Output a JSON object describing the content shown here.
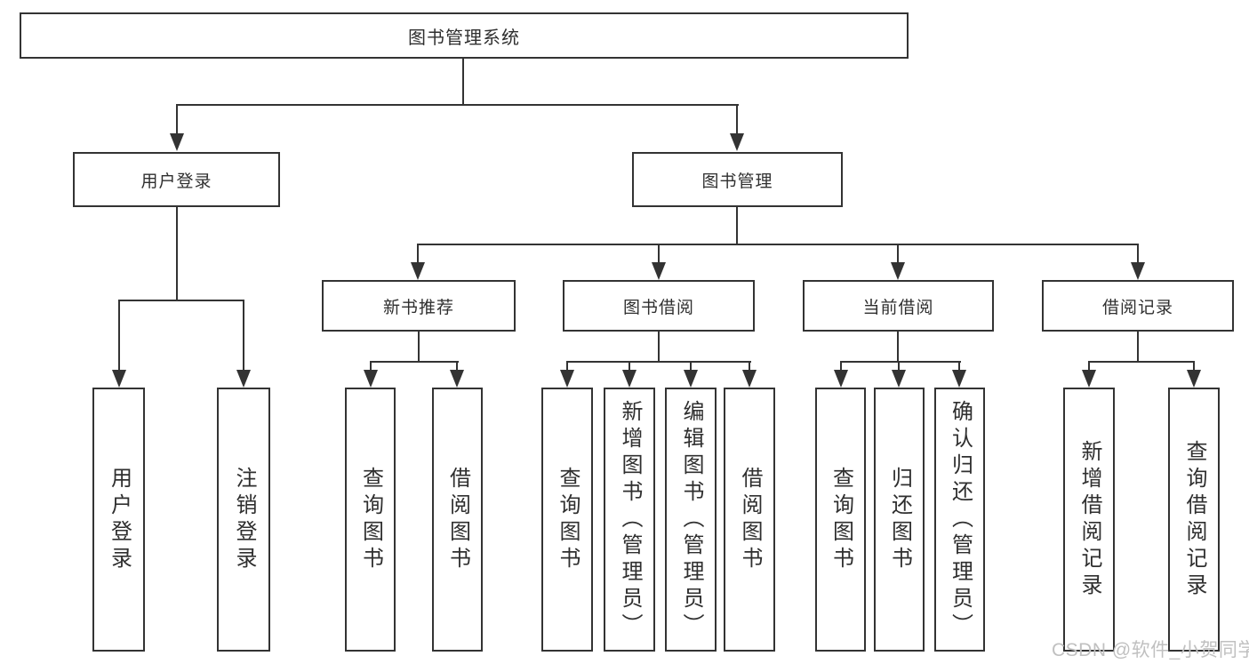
{
  "diagram": {
    "root": {
      "label": "图书管理系统"
    },
    "level2": [
      {
        "label": "用户登录"
      },
      {
        "label": "图书管理"
      }
    ],
    "level3": [
      {
        "label": "新书推荐"
      },
      {
        "label": "图书借阅"
      },
      {
        "label": "当前借阅"
      },
      {
        "label": "借阅记录"
      }
    ],
    "leaves": {
      "user_login": [
        "用户登录",
        "注销登录"
      ],
      "new_book": [
        "查询图书",
        "借阅图书"
      ],
      "book_borrow": [
        "查询图书",
        "新增图书（管理员）",
        "编辑图书（管理员）",
        "借阅图书"
      ],
      "current_borrow": [
        "查询图书",
        "归还图书",
        "确认归还（管理员）"
      ],
      "borrow_record": [
        "新增借阅记录",
        "查询借阅记录"
      ]
    }
  },
  "watermark": {
    "text": "CSDN @软件_小贺同学"
  },
  "colors": {
    "line": "#333333",
    "text": "#2f2f2f",
    "box_fill": "#ffffff",
    "watermark": "#c0c0c0"
  }
}
